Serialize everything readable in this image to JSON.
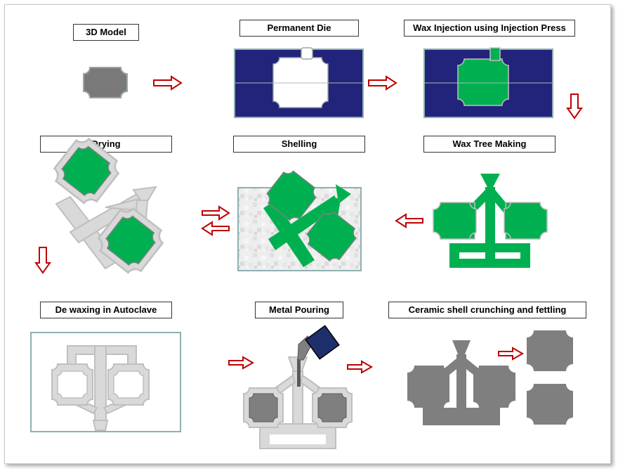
{
  "steps": [
    {
      "id": "3d-model",
      "label": "3D Model"
    },
    {
      "id": "permanent-die",
      "label": "Permanent Die"
    },
    {
      "id": "wax-injection",
      "label": "Wax Injection using Injection Press"
    },
    {
      "id": "drying",
      "label": "Drying"
    },
    {
      "id": "shelling",
      "label": "Shelling"
    },
    {
      "id": "wax-tree-making",
      "label": "Wax Tree Making"
    },
    {
      "id": "de-waxing",
      "label": "De waxing in Autoclave"
    },
    {
      "id": "metal-pouring",
      "label": "Metal Pouring"
    },
    {
      "id": "ceramic-shell-crunching",
      "label": "Ceramic shell crunching and fettling"
    }
  ],
  "colors": {
    "die_navy": "#22237a",
    "wax_green": "#00b050",
    "model_grey": "#7f7f7f",
    "shell_grey": "#d9d9d9",
    "arrow_red": "#c00000",
    "ladle_navy": "#1f2f6b"
  }
}
